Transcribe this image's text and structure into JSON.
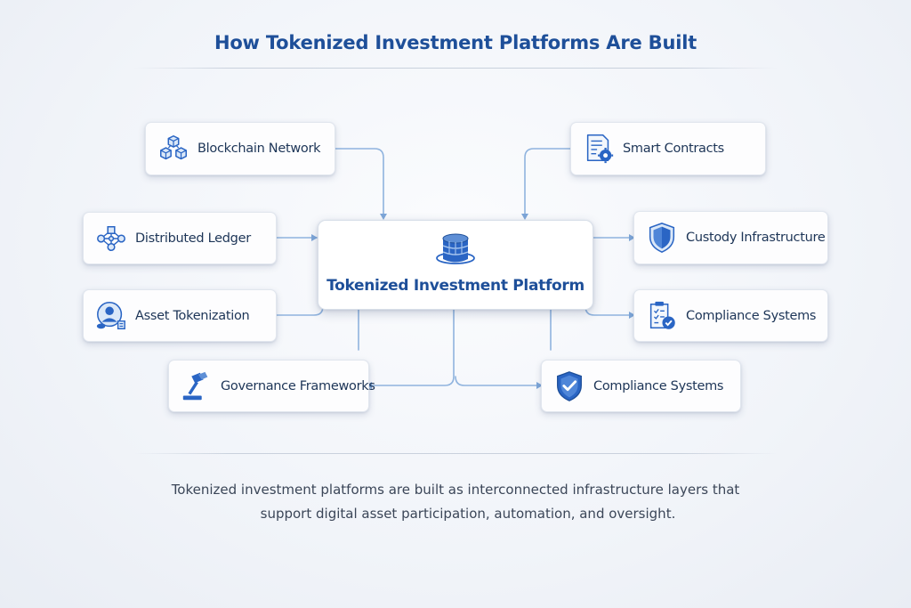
{
  "title": "How Tokenized Investment Platforms Are Built",
  "center": {
    "label": "Tokenized Investment Platform",
    "icon": "database-stack-icon"
  },
  "nodes": {
    "blockchain_network": {
      "label": "Blockchain Network",
      "icon": "blockchain-cubes-icon"
    },
    "distributed_ledger": {
      "label": "Distributed Ledger",
      "icon": "network-nodes-icon"
    },
    "asset_tokenization": {
      "label": "Asset Tokenization",
      "icon": "user-token-icon"
    },
    "governance_frameworks": {
      "label": "Governance Frameworks",
      "icon": "gavel-icon"
    },
    "smart_contracts": {
      "label": "Smart Contracts",
      "icon": "document-gear-icon"
    },
    "custody_infrastructure": {
      "label": "Custody Infrastructure",
      "icon": "shield-icon"
    },
    "compliance_systems_1": {
      "label": "Compliance Systems",
      "icon": "clipboard-check-icon"
    },
    "compliance_systems_2": {
      "label": "Compliance Systems",
      "icon": "shield-check-icon"
    }
  },
  "caption": {
    "line1": "Tokenized investment platforms are built as interconnected infrastructure layers that",
    "line2": "support digital asset participation, automation, and oversight."
  },
  "colors": {
    "title": "#1e4f99",
    "icon_blue": "#2a65c4",
    "connector": "#8fb3de"
  }
}
